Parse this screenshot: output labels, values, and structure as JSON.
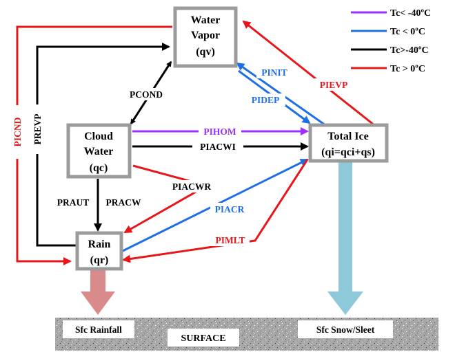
{
  "colors": {
    "purple": "#9b30ff",
    "blue": "#1e6fe6",
    "black": "#000000",
    "red": "#e8161a",
    "box_border": "#9b9b9b",
    "rain_arrow": "#d98a8a",
    "ice_arrow": "#8ec9d9",
    "surface": "#9a9a9a"
  },
  "legend": [
    {
      "color": "purple",
      "label": "Tc< -40ºC"
    },
    {
      "color": "blue",
      "label": "Tc < 0ºC"
    },
    {
      "color": "black",
      "label": "Tc>-40ºC"
    },
    {
      "color": "red",
      "label": "Tc > 0ºC"
    }
  ],
  "boxes": {
    "vapor": {
      "line1": "Water",
      "line2": "Vapor",
      "line3": "(qv)"
    },
    "cloud": {
      "line1": "Cloud",
      "line2": "Water",
      "line3": "(qc)"
    },
    "ice": {
      "line1": "Total Ice",
      "line2": "(qi=qci+qs)"
    },
    "rain": {
      "line1": "Rain",
      "line2": "(qr)"
    }
  },
  "processes": {
    "pcond": "PCOND",
    "picnd": "PICND",
    "prevp": "PREVP",
    "pinit": "PINIT",
    "pidep": "PIDEP",
    "pievp": "PIEVP",
    "pihom": "PIHOM",
    "piacwi": "PIACWI",
    "piacwr": "PIACWR",
    "praut": "PRAUT",
    "pracw": "PRACW",
    "piacr": "PIACR",
    "pimlt": "PIMLT"
  },
  "surface": {
    "rainfall": "Sfc Rainfall",
    "label": "SURFACE",
    "snow": "Sfc Snow/Sleet"
  },
  "icons": [
    "arrow-head-icon"
  ]
}
